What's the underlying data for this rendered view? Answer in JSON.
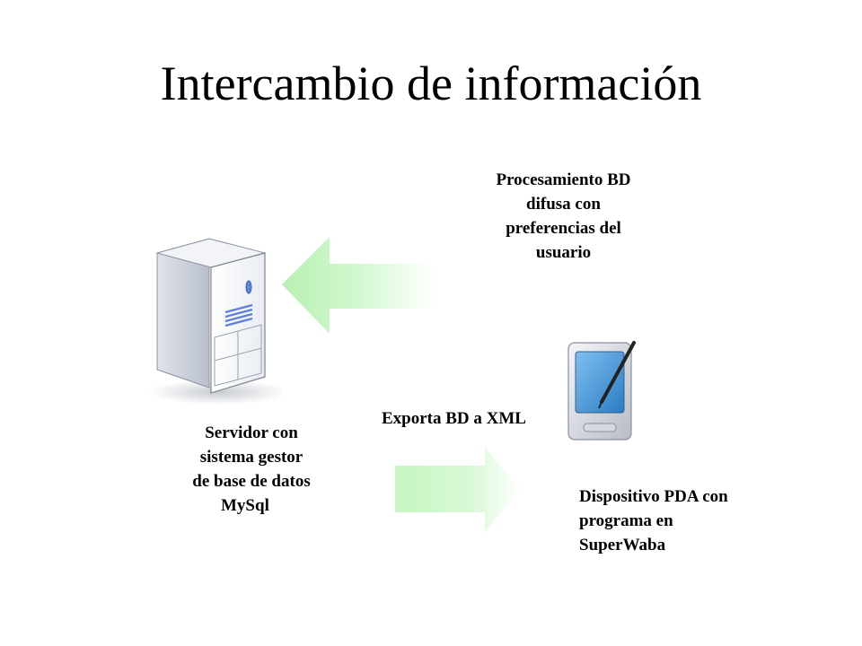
{
  "slide": {
    "title": "Intercambio de información"
  },
  "labels": {
    "processing": [
      "Procesamiento BD",
      "difusa con",
      "preferencias del",
      "usuario"
    ],
    "export": "Exporta BD a XML",
    "server": [
      "Servidor con",
      "sistema gestor",
      "de base de datos",
      "MySql"
    ],
    "pda": [
      "Dispositivo PDA con",
      "programa en",
      "SuperWaba"
    ]
  },
  "icons": {
    "server": "server-tower-icon",
    "pda": "pda-device-icon",
    "arrow_left": "arrow-left-icon",
    "arrow_right": "arrow-right-icon"
  },
  "colors": {
    "arrow_fill": "#cdf7c9",
    "pda_screen": "#3a8fd0",
    "server_vent": "#5b7fdc"
  }
}
